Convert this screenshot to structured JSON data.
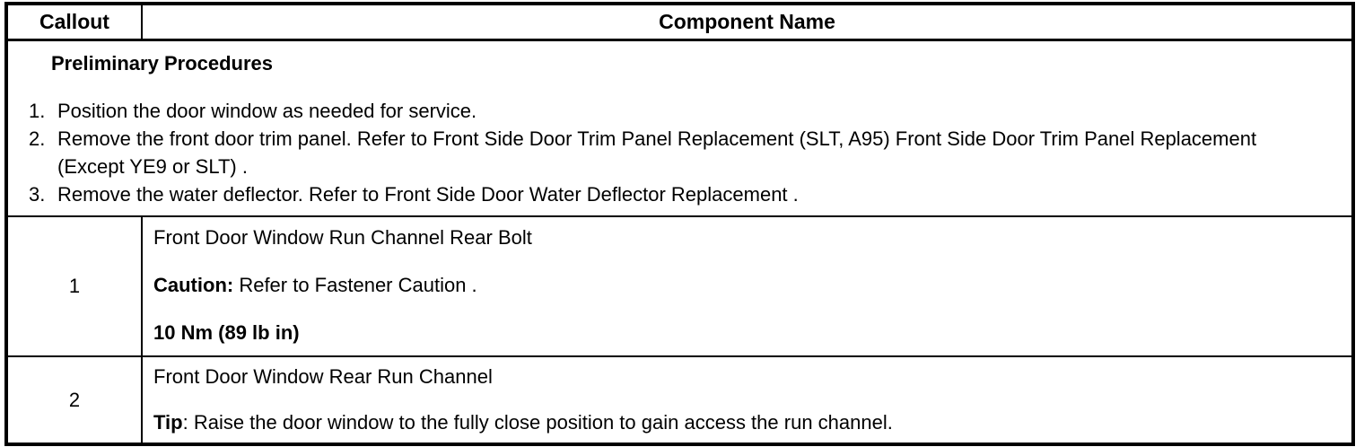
{
  "table": {
    "header": {
      "callout": "Callout",
      "component_name": "Component Name"
    },
    "preliminary": {
      "title": "Preliminary Procedures",
      "steps": [
        {
          "num": "1.",
          "text": "Position the door window as needed for service."
        },
        {
          "num": "2.",
          "text": "Remove the front door trim panel. Refer to Front Side Door Trim Panel Replacement (SLT, A95) Front Side Door Trim Panel Replacement (Except YE9 or SLT) ."
        },
        {
          "num": "3.",
          "text": "Remove the water deflector. Refer to Front Side Door Water Deflector Replacement ."
        }
      ]
    },
    "rows": [
      {
        "callout": "1",
        "name": "Front Door Window Run Channel Rear Bolt",
        "note_label": "Caution:",
        "note_text": " Refer to Fastener Caution .",
        "torque": "10 Nm (89 lb in)"
      },
      {
        "callout": "2",
        "name": "Front Door Window Rear Run Channel",
        "note_label": "Tip",
        "note_separator": ": ",
        "note_text": "Raise the door window to the fully close position to gain access the run channel."
      }
    ]
  }
}
